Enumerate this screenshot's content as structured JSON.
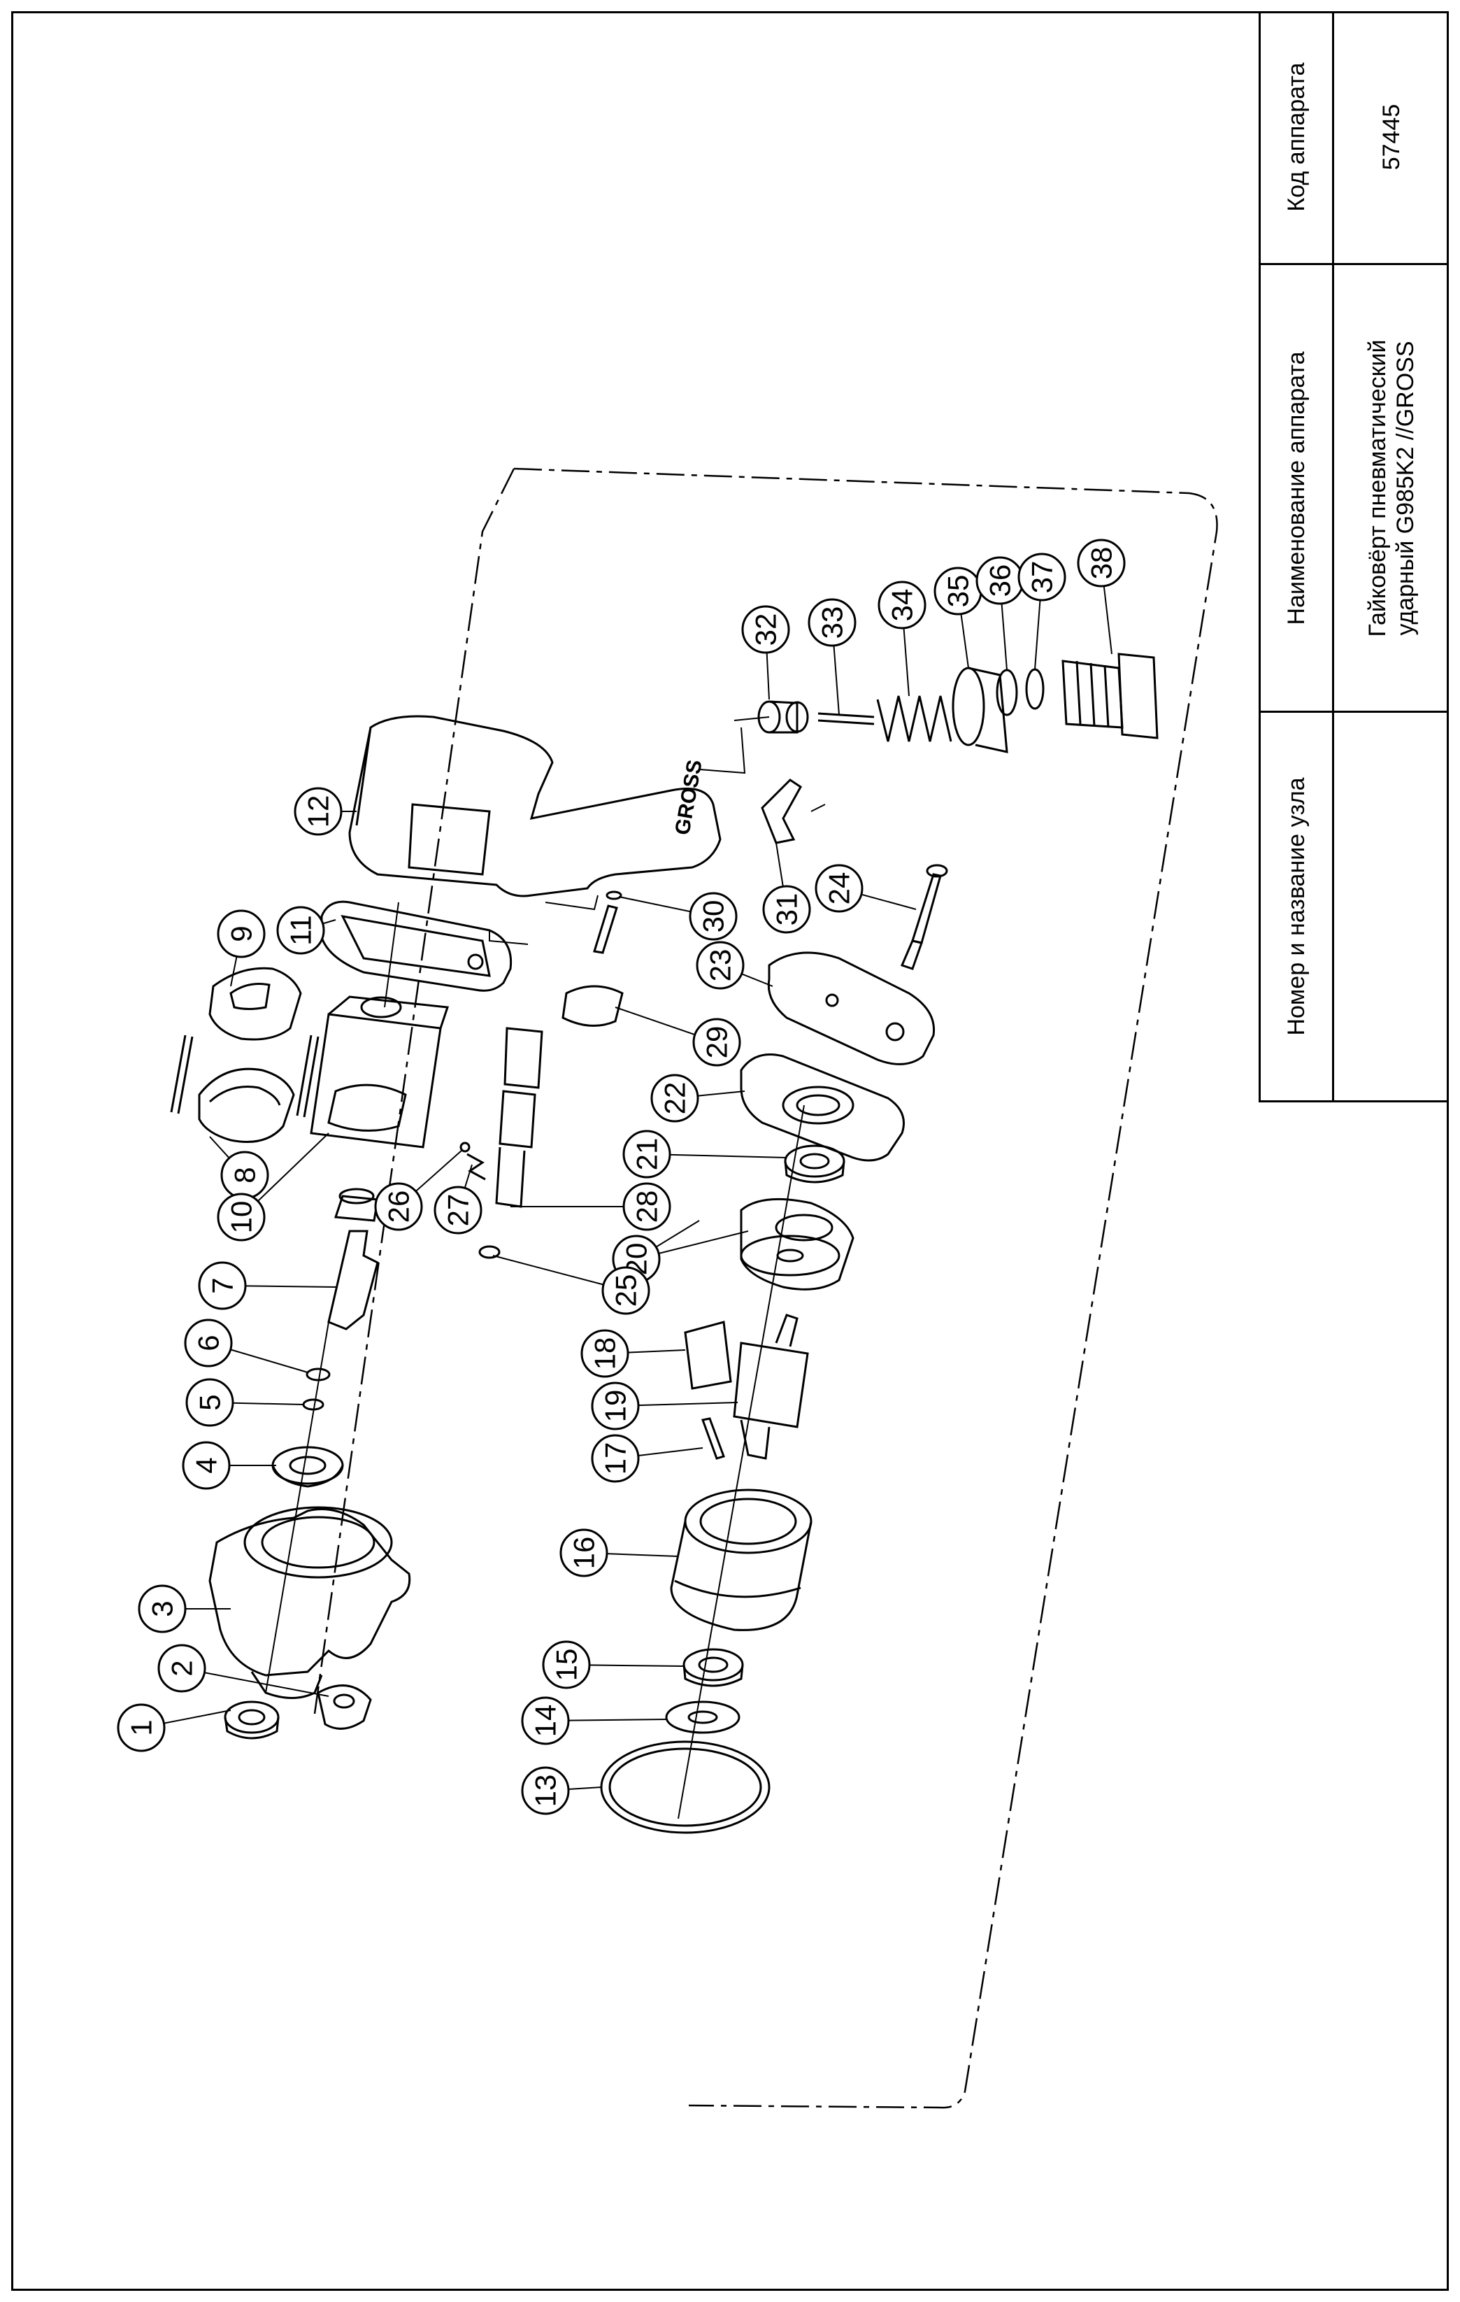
{
  "title_block": {
    "code_header": "Код аппарата",
    "name_header": "Наименование аппарата",
    "node_header": "Номер и название узла",
    "code_value": "57445",
    "name_value_line1": "Гайковёрт пневматический",
    "name_value_line2": "ударный G985K2 //GROSS"
  },
  "handle_mark": "GROSS",
  "callouts": [
    "1",
    "2",
    "3",
    "4",
    "5",
    "6",
    "7",
    "8",
    "9",
    "10",
    "11",
    "12",
    "13",
    "14",
    "15",
    "16",
    "17",
    "18",
    "19",
    "20",
    "21",
    "22",
    "23",
    "24",
    "25",
    "26",
    "27",
    "28",
    "29",
    "30",
    "31",
    "32",
    "33",
    "34",
    "35",
    "36",
    "37",
    "38"
  ]
}
